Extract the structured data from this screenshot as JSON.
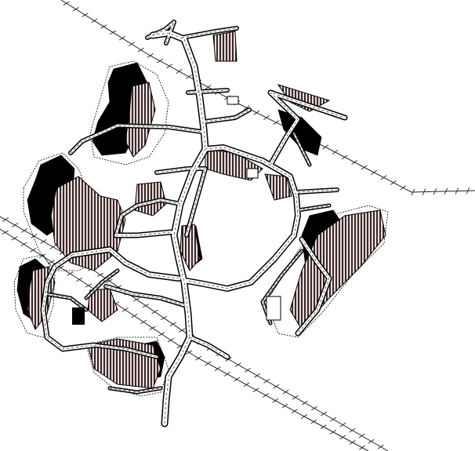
{
  "map": {
    "colors": {
      "background": "#ffffff",
      "line": "#000000",
      "hatch_stroke": "#000000",
      "hatch_fill": "#f3d9d9"
    },
    "layers": {
      "railways": "track-with-ticks",
      "roads": "double-line-with-centerline",
      "vegetation": "solid-black",
      "parcels": "vertical-hatching"
    }
  }
}
